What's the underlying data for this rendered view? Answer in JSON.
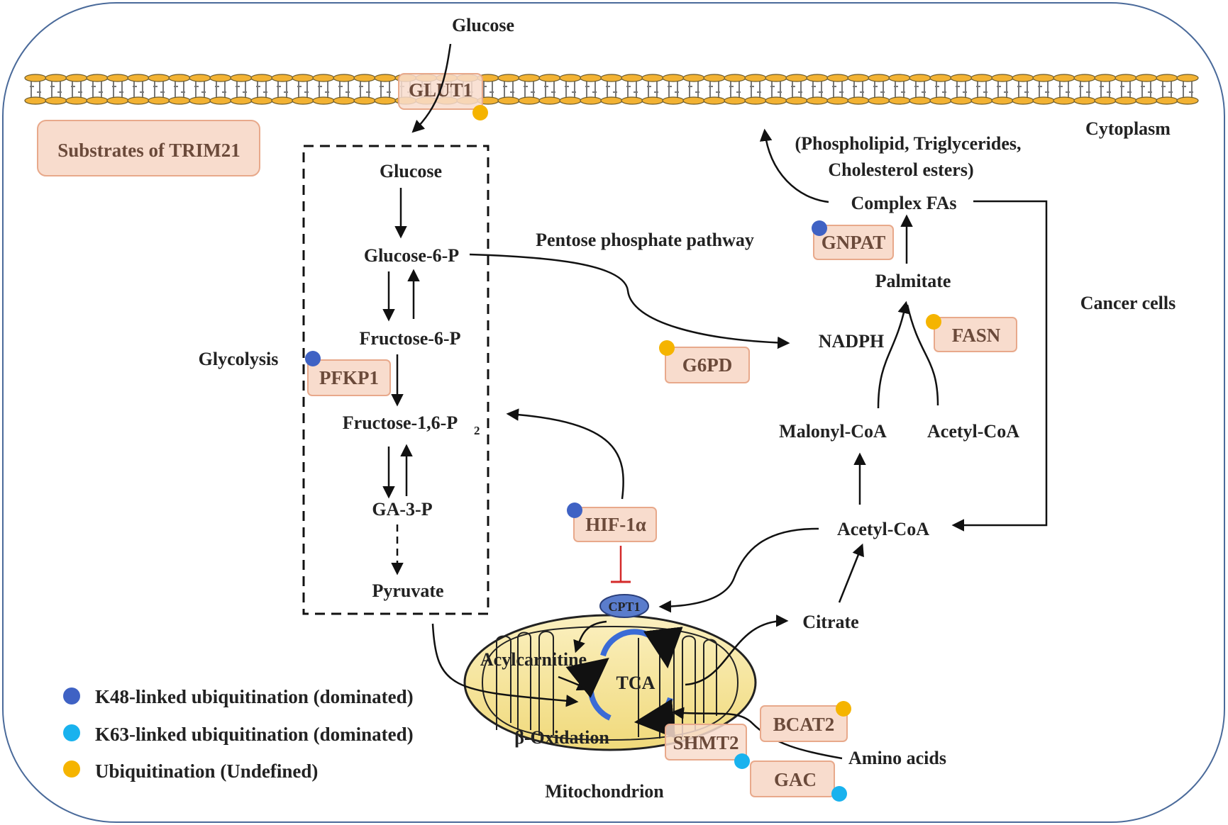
{
  "colors": {
    "k48": "#3f62c4",
    "k63": "#19b2ee",
    "undefined": "#f5b400",
    "box_fill": "#f8dccd",
    "box_stroke": "#e8a98b",
    "inhibit": "#d42a2a",
    "mito_fill": "#f5e6a6"
  },
  "labels": {
    "glucose_top": "Glucose",
    "cytoplasm": "Cytoplasm",
    "cancer_cells": "Cancer cells",
    "substrates": "Substrates of TRIM21",
    "glycolysis": "Glycolysis",
    "pentose": "Pentose phosphate pathway",
    "mitochondrion": "Mitochondrion",
    "lipids_line1": "(Phospholipid, Triglycerides,",
    "lipids_line2": "Cholesterol esters)"
  },
  "glycolysis_steps": {
    "glucose": "Glucose",
    "g6p": "Glucose-6-P",
    "f6p": "Fructose-6-P",
    "f16p_main": "Fructose-1,6-P",
    "f16p_sub": "2",
    "ga3p": "GA-3-P",
    "pyruvate": "Pyruvate"
  },
  "metabolites": {
    "nadph": "NADPH",
    "complex_fas": "Complex FAs",
    "palmitate": "Palmitate",
    "malonyl_coa": "Malonyl-CoA",
    "acetyl_coa_right": "Acetyl-CoA",
    "acetyl_coa": "Acetyl-CoA",
    "citrate": "Citrate",
    "amino_acids": "Amino acids",
    "acylcarnitine": "Acylcarnitine",
    "tca": "TCA",
    "beta_oxidation": "β-Oxidation",
    "cpt1": "CPT1"
  },
  "proteins": {
    "glut1": "GLUT1",
    "pfkp1": "PFKP1",
    "g6pd": "G6PD",
    "gnpat": "GNPAT",
    "fasn": "FASN",
    "hif1a": "HIF-1α",
    "bcat2": "BCAT2",
    "shmt2": "SHMT2",
    "gac": "GAC"
  },
  "legend": [
    {
      "type": "k48",
      "text": "K48-linked ubiquitination (dominated)"
    },
    {
      "type": "k63",
      "text": "K63-linked ubiquitination (dominated)"
    },
    {
      "type": "undefined",
      "text": "Ubiquitination (Undefined)"
    }
  ]
}
